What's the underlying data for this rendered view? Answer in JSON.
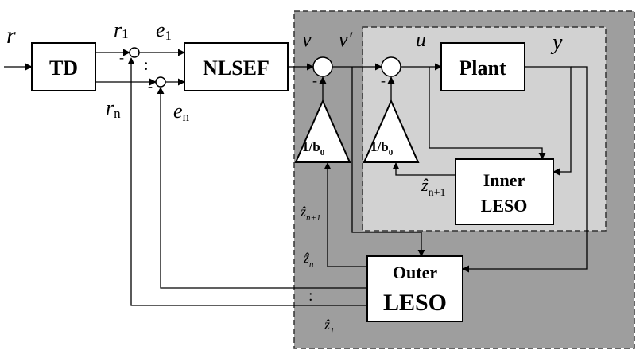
{
  "blocks": {
    "td": "TD",
    "nlsef": "NLSEF",
    "plant": "Plant",
    "gain": "1/b",
    "gain_sub": "0",
    "inner_leso_line1": "Inner",
    "inner_leso_line2": "LESO",
    "outer_leso_line1": "Outer",
    "outer_leso_line2": "LESO"
  },
  "signals": {
    "r": "r",
    "r1": "r",
    "r1_sub": "1",
    "rn": "r",
    "rn_sub": "n",
    "e1": "e",
    "e1_sub": "1",
    "en": "e",
    "en_sub": "n",
    "v": "v",
    "v_prime": "v′",
    "u": "u",
    "y": "y",
    "inner_z": "ẑ",
    "inner_z_sub": "n+1",
    "z_n1": "ẑ",
    "z_n1_sub": "n+1",
    "z_n": "ẑ",
    "z_n_sub": "n",
    "z_1": "ẑ",
    "z_1_sub": "1",
    "minus": "-",
    "dots": ":"
  },
  "colors": {
    "outer_region": "#9e9e9e",
    "inner_region": "#d2d2d2",
    "block_fill": "#ffffff",
    "line": "#000000"
  }
}
